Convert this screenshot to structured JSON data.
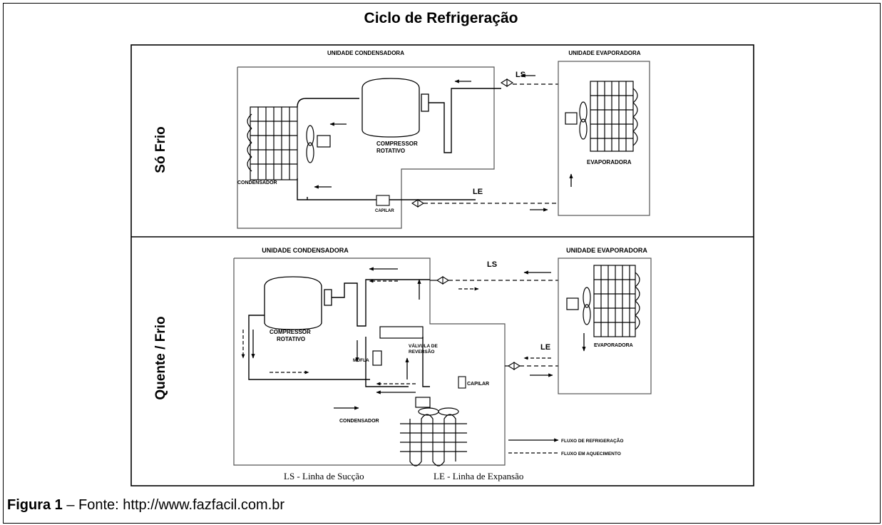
{
  "title": "Ciclo de Refrigeração",
  "caption": {
    "label": "Figura 1",
    "text": " – Fonte: http://www.fazfacil.com.br"
  },
  "top": {
    "side_label": "Só Frio",
    "condensing_unit": "UNIDADE CONDENSADORA",
    "evaporator_unit": "UNIDADE EVAPORADORA",
    "ls": "LS",
    "le": "LE",
    "compressor_line1": "COMPRESSOR",
    "compressor_line2": "ROTATIVO",
    "condenser": "CONDENSADOR",
    "capillary": "CAPILAR",
    "evaporator": "EVAPORADORA"
  },
  "bottom": {
    "side_label": "Quente / Frio",
    "condensing_unit": "UNIDADE CONDENSADORA",
    "evaporator_unit": "UNIDADE EVAPORADORA",
    "ls": "LS",
    "le": "LE",
    "compressor_line1": "COMPRESSOR",
    "compressor_line2": "ROTATIVO",
    "valve_line1": "VÁLVULA DE",
    "valve_line2": "REVERSÃO",
    "muffler": "MUFLA",
    "capillary": "CAPILAR",
    "condenser": "CONDENSADOR",
    "evaporator": "EVAPORADORA",
    "legend_cooling": "FLUXO DE REFRIGERAÇÃO",
    "legend_heating": "FLUXO EM AQUECIMENTO"
  },
  "footer": {
    "ls_def": "LS - Linha de Sucção",
    "le_def": "LE - Linha de Expansão"
  }
}
